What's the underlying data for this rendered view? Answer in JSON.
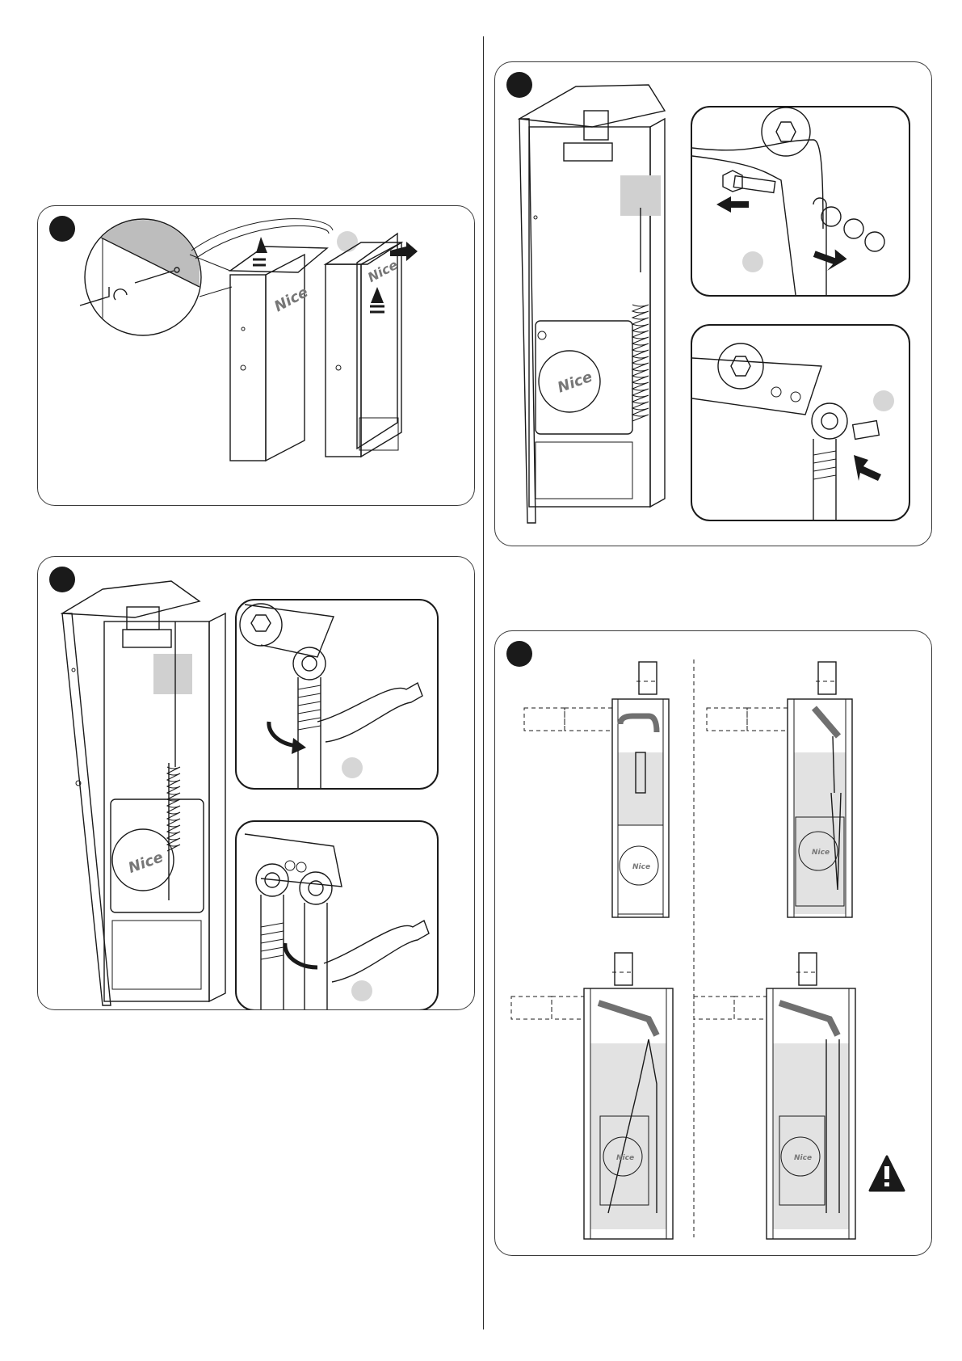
{
  "figures": [
    {
      "id": "fig-a",
      "brand": "Nice"
    },
    {
      "id": "fig-b",
      "brand": "Nice"
    },
    {
      "id": "fig-c",
      "brand": "Nice"
    },
    {
      "id": "fig-d",
      "brand": "Nice"
    }
  ],
  "colors": {
    "ink": "#1a1a1a",
    "panel_border": "#3a3a3a",
    "shade": "#bdbdbd",
    "light_shade": "#e2e2e2",
    "callout": "#d6d6d6"
  },
  "icons": [
    "step-marker-icon",
    "arrow-icon",
    "rotate-arrow-icon",
    "wrench-icon",
    "allen-key-icon",
    "warning-icon"
  ]
}
